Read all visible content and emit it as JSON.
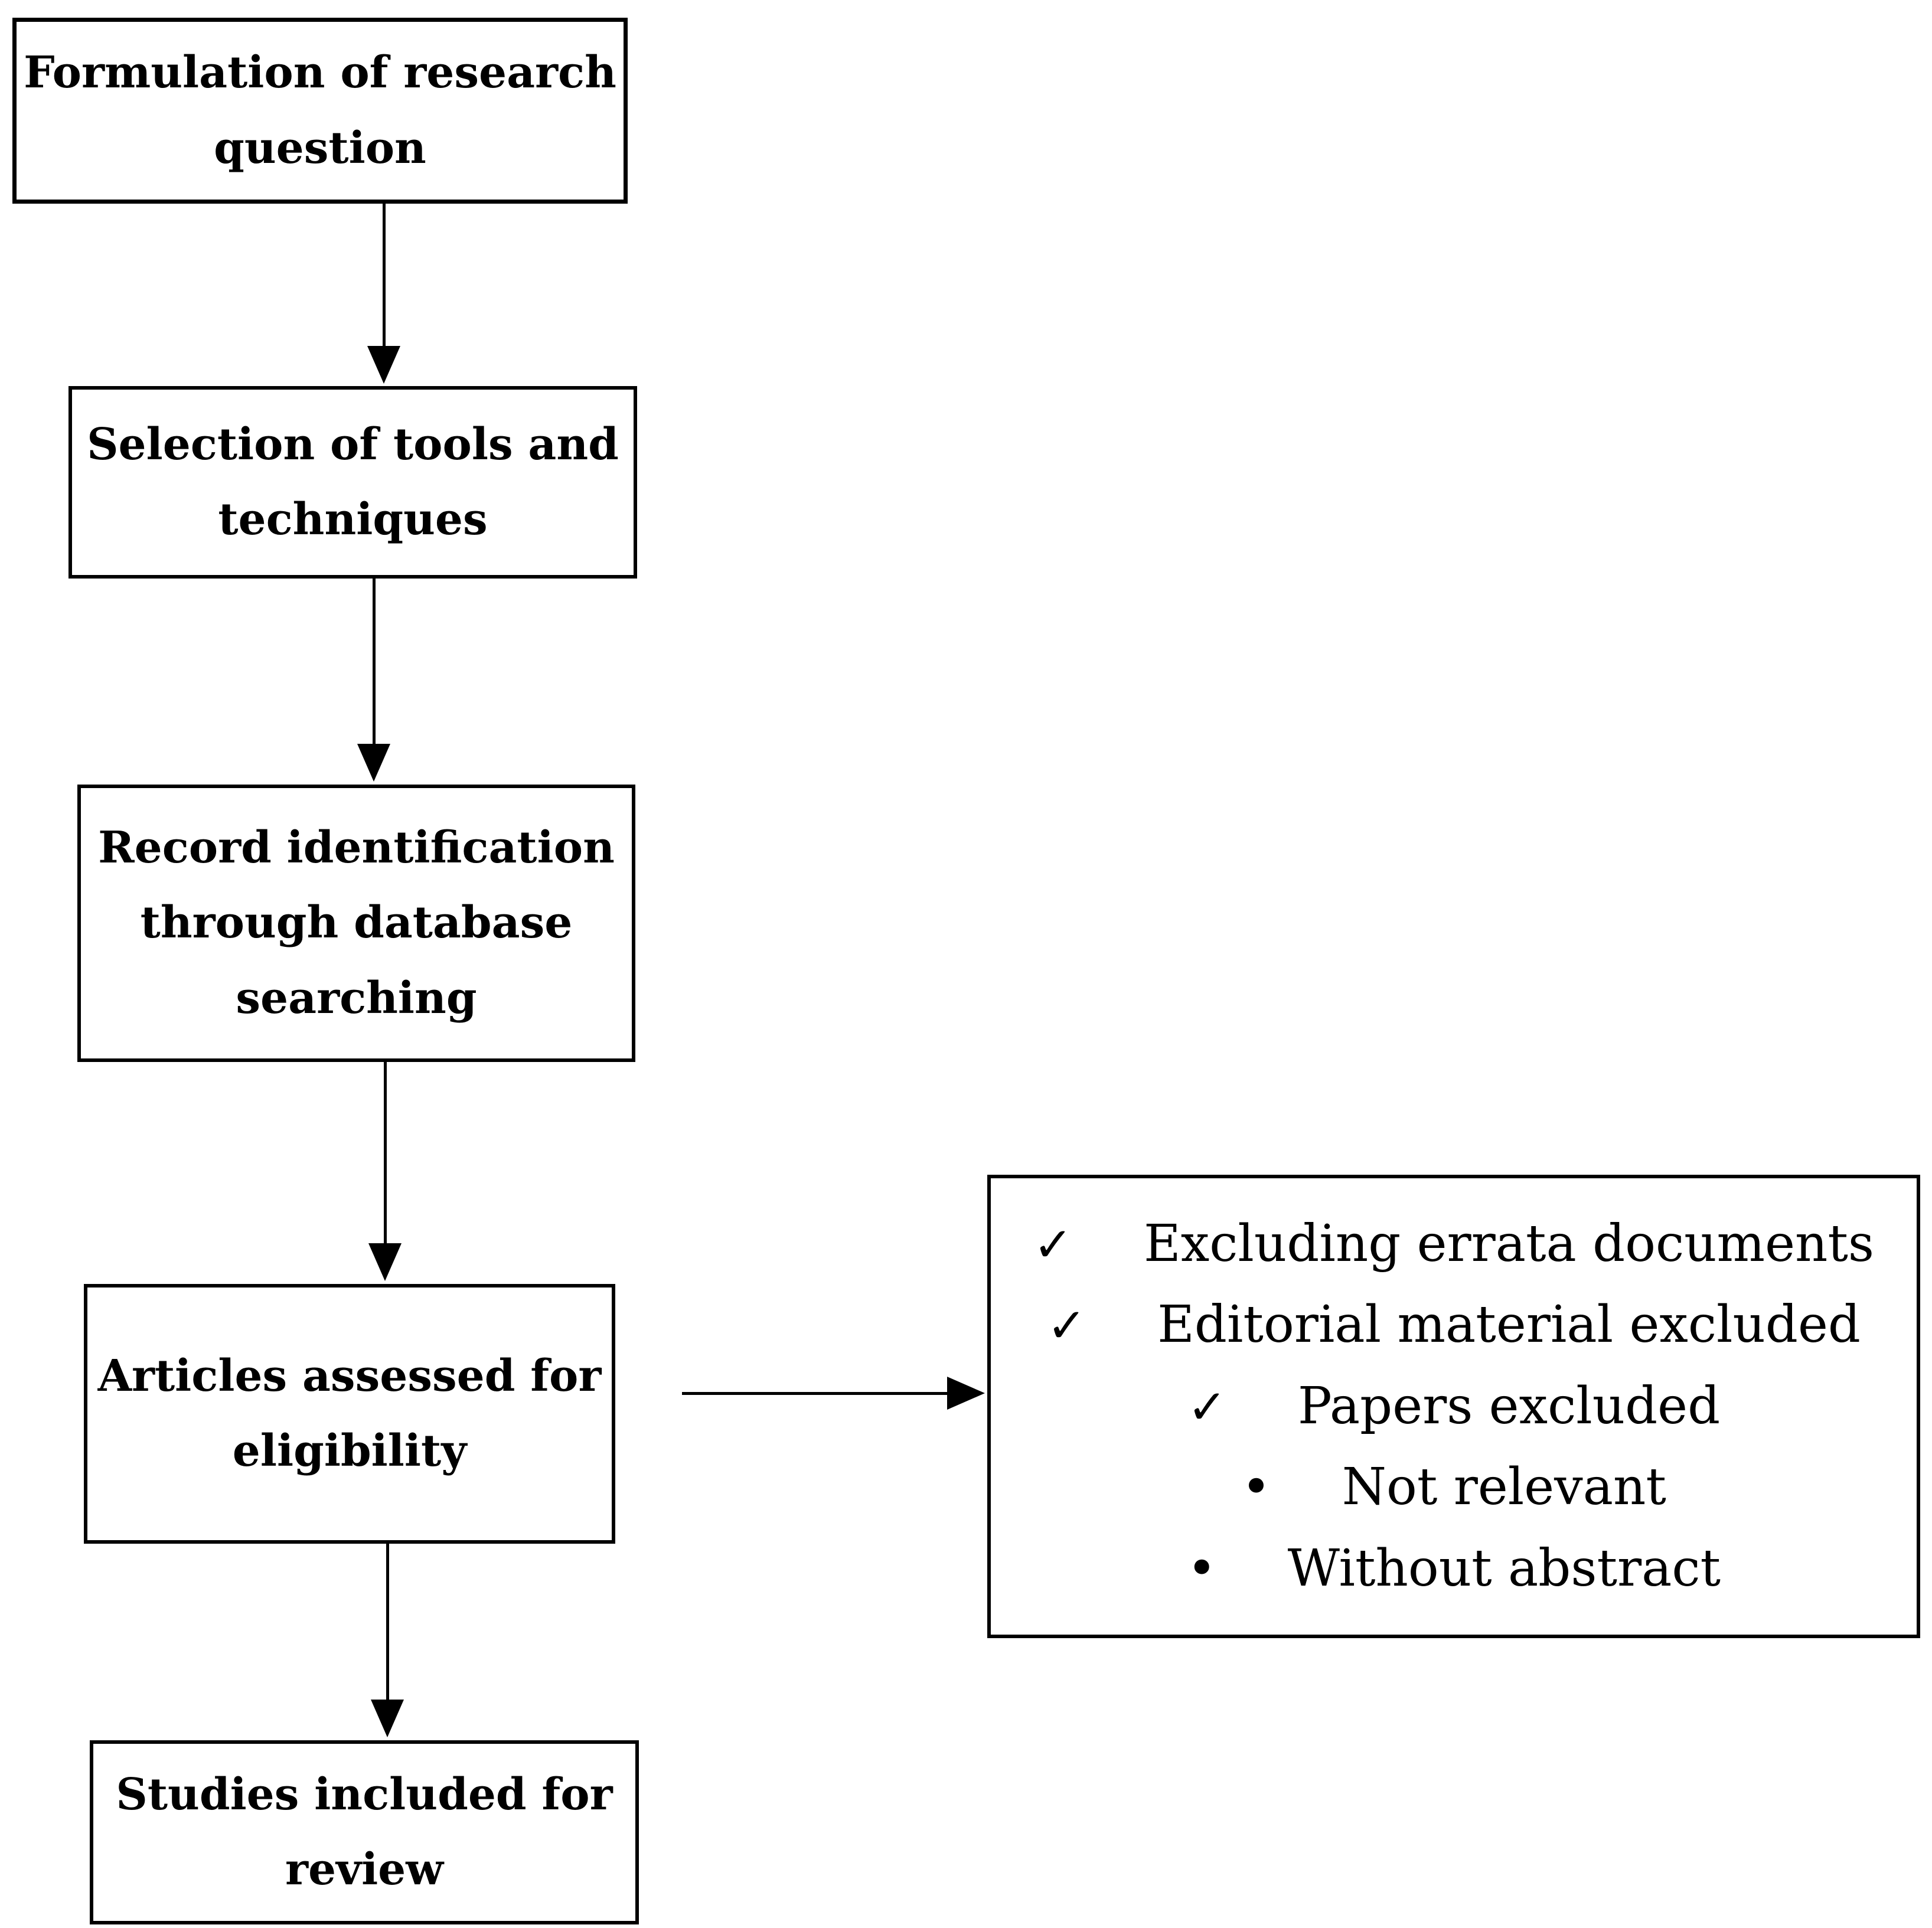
{
  "figure": {
    "background_color": "#ffffff",
    "line_color": "#000000"
  },
  "flow": {
    "boxes": [
      {
        "label": "Formulation of research\nquestion"
      },
      {
        "label": "Selection of tools and\ntechniques"
      },
      {
        "label": "Record identification\nthrough database\nsearching"
      },
      {
        "label": "Articles assessed for\neligibility"
      },
      {
        "label": "Studies included for\nreview"
      }
    ]
  },
  "exclusion": {
    "items": [
      {
        "marker": "✓",
        "text": "Excluding errata documents"
      },
      {
        "marker": "✓",
        "text": "Editorial material excluded"
      },
      {
        "marker": "✓",
        "text": "Papers excluded"
      },
      {
        "marker": "•",
        "text": "Not relevant"
      },
      {
        "marker": "•",
        "text": "Without abstract"
      }
    ]
  }
}
